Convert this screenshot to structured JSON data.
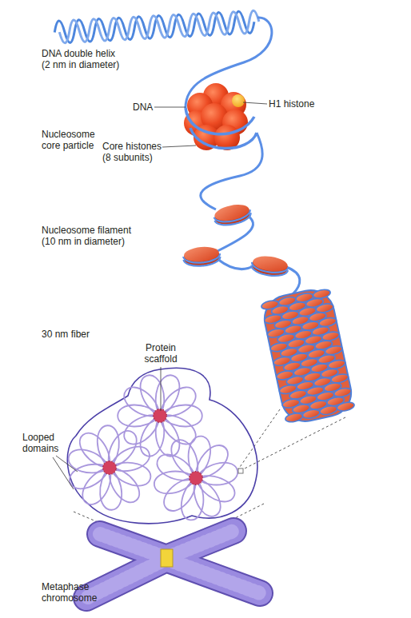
{
  "diagram": {
    "labels": [
      "DNA double helix (2 nm in diameter)",
      "DNA",
      "H1 histone",
      "Nucleosome core particle",
      "Core histones (8 subunits)",
      "Nucleosome filament (10 nm in diameter)",
      "30 nm fiber",
      "Protein scaffold",
      "Looped domains",
      "Metaphase chromosome"
    ]
  }
}
